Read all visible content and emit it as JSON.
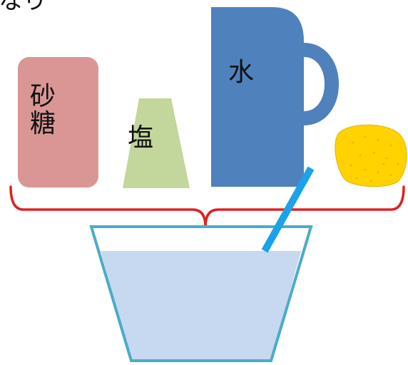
{
  "top_fragment": "なり",
  "ingredients": {
    "sugar": {
      "label": "砂糖",
      "color": "#d99694"
    },
    "salt": {
      "label": "塩",
      "color": "#c3d69b"
    },
    "water": {
      "label": "水",
      "color": "#4f81bd"
    },
    "lemon": {
      "color": "#ffd200"
    }
  },
  "bracket_color": "#e02020",
  "bowl": {
    "rim_color": "#4bacc6",
    "liquid_color": "#c6d9f1"
  },
  "straw_color": "#1aa3e8"
}
